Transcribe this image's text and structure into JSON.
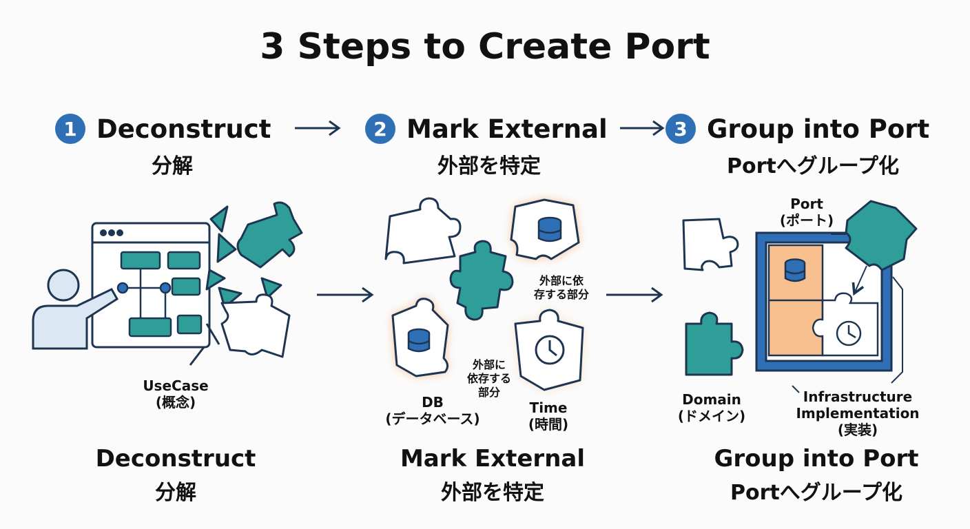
{
  "title": "3 Steps to Create Port",
  "steps": [
    {
      "number": "1",
      "title": "Deconstruct",
      "subtitle": "分解"
    },
    {
      "number": "2",
      "title": "Mark External",
      "subtitle": "外部を特定"
    },
    {
      "number": "3",
      "title": "Group into Port",
      "subtitle": "Portへグループ化"
    }
  ],
  "labels": {
    "usecase": [
      "UseCase",
      "(概念)"
    ],
    "external_top": [
      "外部に依",
      "存する部分"
    ],
    "external_mid": [
      "外部に",
      "依存する",
      "部分"
    ],
    "db": [
      "DB",
      "(データベース)"
    ],
    "time": [
      "Time",
      "(時間)"
    ],
    "port": [
      "Port",
      "(ポート)"
    ],
    "domain": [
      "Domain",
      "(ドメイン)"
    ],
    "infra": [
      "Infrastructure",
      "Implementation",
      "(実装)"
    ]
  },
  "bottom": [
    {
      "title": "Deconstruct",
      "subtitle": "分解"
    },
    {
      "title": "Mark External",
      "subtitle": "外部を特定"
    },
    {
      "title": "Group into Port",
      "subtitle": "Portへグループ化"
    }
  ],
  "colors": {
    "navy": "#1e3552",
    "teal": "#2f9e98",
    "orange": "#f8c08e",
    "blue": "#2f6fb5",
    "glow": "#f3a25a"
  }
}
